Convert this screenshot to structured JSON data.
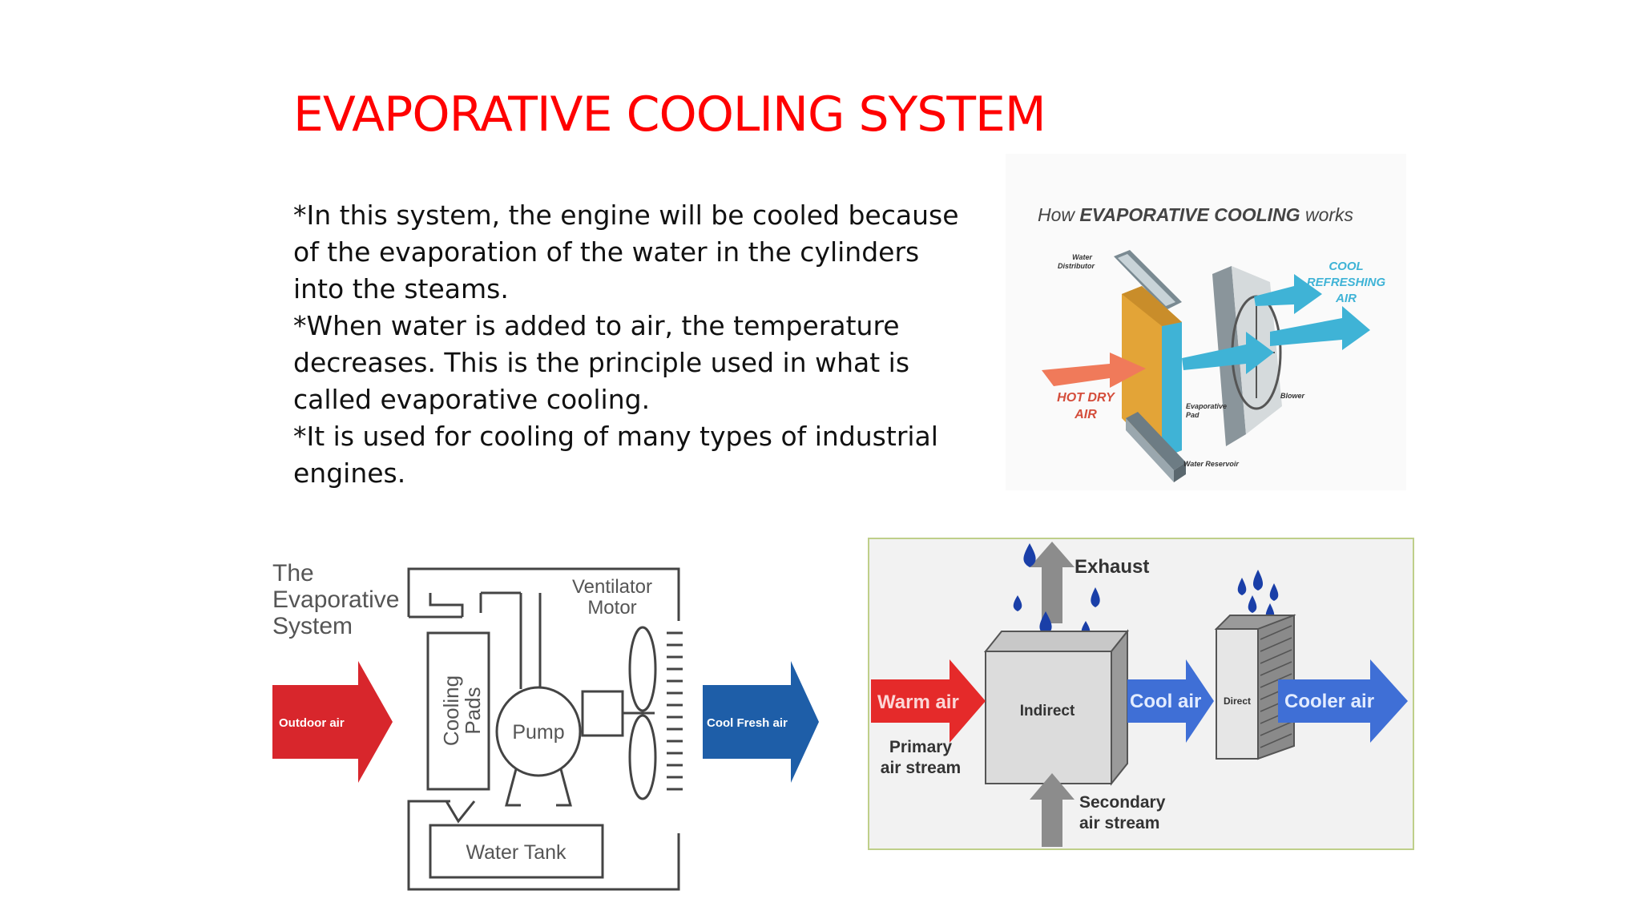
{
  "slide": {
    "title": "EVAPORATIVE COOLING SYSTEM",
    "bullets": [
      "*In this system, the engine will be cooled because of the evaporation of the water in the cylinders into the steams.",
      "*When water is added to air, the temperature decreases. This is the principle used in what is called evaporative cooling.",
      "*It is used for cooling of many types of industrial engines."
    ],
    "title_color": "#ff0000"
  },
  "fig_top": {
    "heading_prefix": "How ",
    "heading_bold": "EVAPORATIVE COOLING",
    "heading_suffix": " works",
    "water_distributor": [
      "Water",
      "Distributor"
    ],
    "cool_air": [
      "COOL",
      "REFRESHING",
      "AIR"
    ],
    "hot_air": [
      "HOT DRY",
      "AIR"
    ],
    "evap_pad": [
      "Evaporative",
      "Pad"
    ],
    "blower": "Blower",
    "reservoir": "Water Reservoir",
    "colors": {
      "hot": "#f07a5a",
      "cool": "#3fb3d6",
      "pad": "#e3a437"
    }
  },
  "fig_left": {
    "heading": [
      "The",
      "Evaporative",
      "System"
    ],
    "outdoor_air": "Outdoor air",
    "cooling_pads": [
      "Cooling",
      "Pads"
    ],
    "pump": "Pump",
    "ventilator": [
      "Ventilator",
      "Motor"
    ],
    "cool_fresh_air": "Cool Fresh air",
    "water_tank": "Water Tank",
    "colors": {
      "red_arrow": "#d8262c",
      "blue_arrow": "#1e5ea8"
    }
  },
  "fig_right": {
    "exhaust": "Exhaust",
    "warm_air": "Warm air",
    "primary": [
      "Primary",
      "air stream"
    ],
    "indirect": "Indirect",
    "cool_air": "Cool air",
    "direct": "Direct",
    "cooler_air": "Cooler air",
    "secondary": [
      "Secondary",
      "air stream"
    ],
    "colors": {
      "warm": "#e52a2a",
      "cool": "#3f6fd6",
      "drop": "#1a3fa8"
    }
  }
}
